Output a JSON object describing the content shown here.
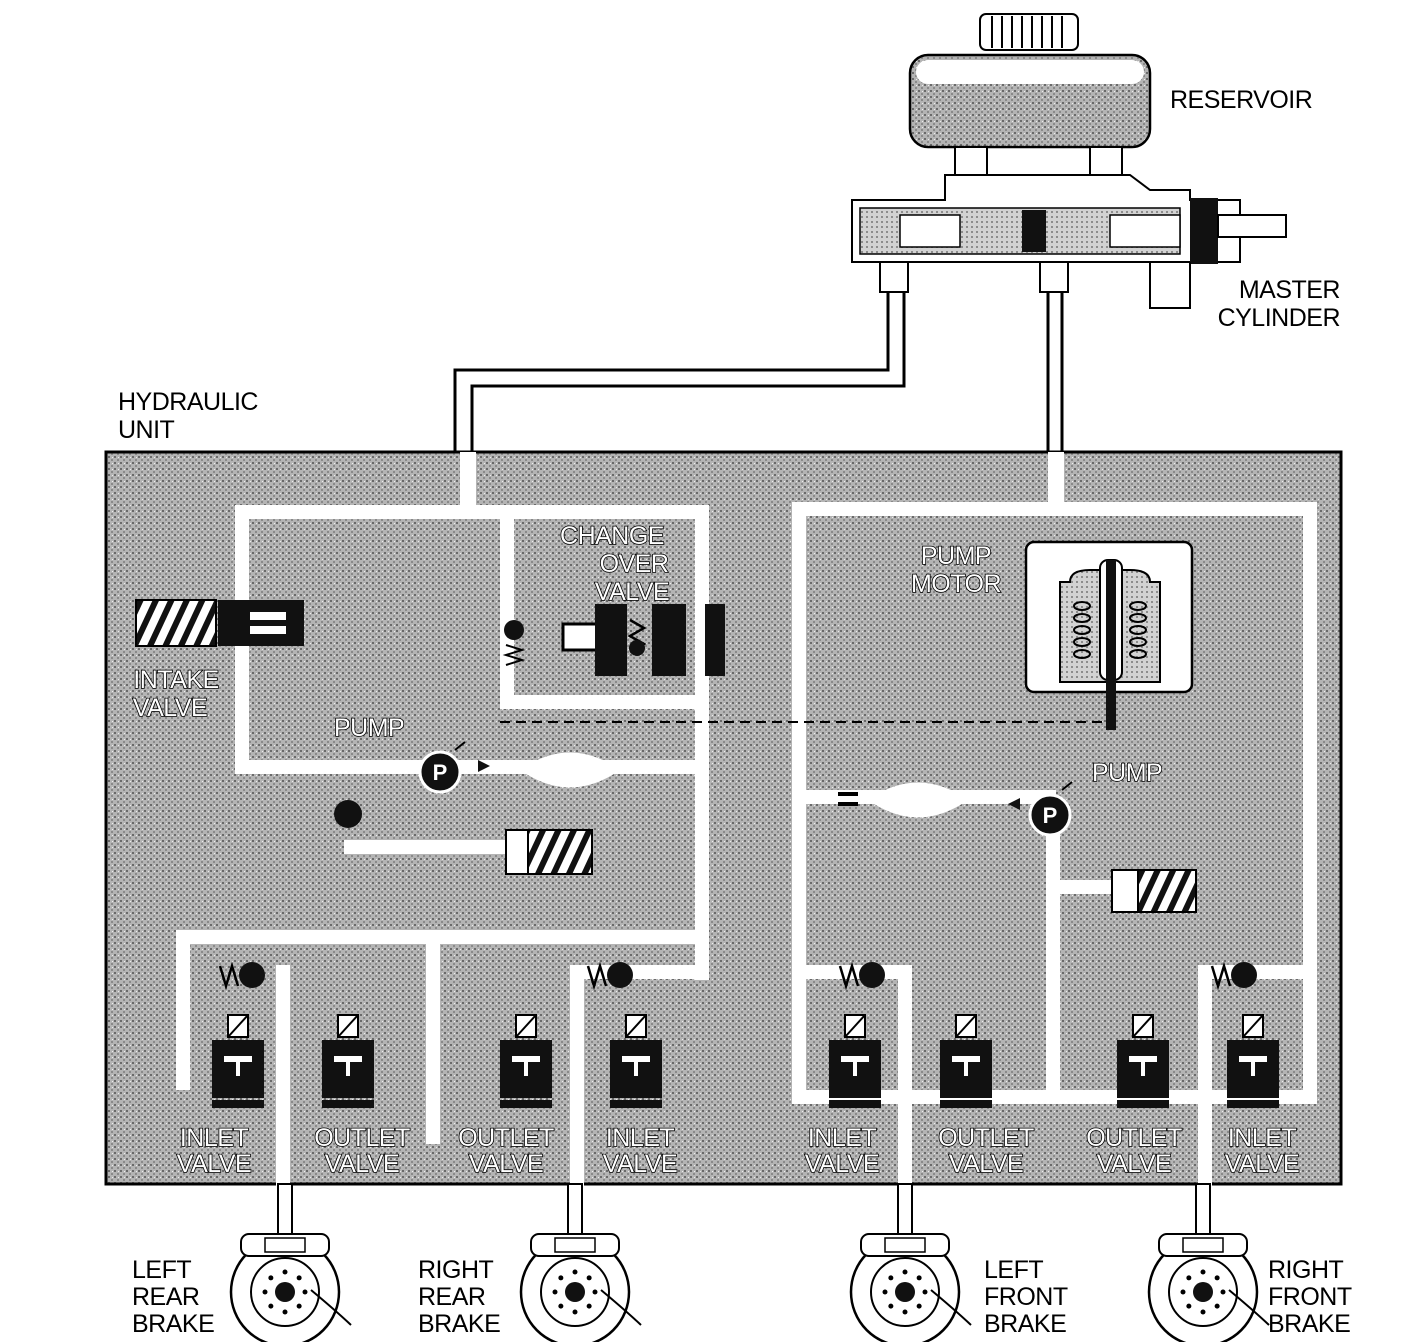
{
  "labels": {
    "reservoir": "RESERVOIR",
    "master_cylinder": [
      "MASTER",
      "CYLINDER"
    ],
    "hydraulic_unit": [
      "HYDRAULIC",
      "UNIT"
    ],
    "change_over_valve": [
      "CHANGE",
      "OVER",
      "VALVE"
    ],
    "pump_motor": [
      "PUMP",
      "MOTOR"
    ],
    "intake_valve": [
      "INTAKE",
      "VALVE"
    ],
    "pump_left": "PUMP",
    "pump_right": "PUMP",
    "pump_symbol": "P",
    "valves": [
      [
        "INLET",
        "VALVE"
      ],
      [
        "OUTLET",
        "VALVE"
      ],
      [
        "OUTLET",
        "VALVE"
      ],
      [
        "INLET",
        "VALVE"
      ],
      [
        "INLET",
        "VALVE"
      ],
      [
        "OUTLET",
        "VALVE"
      ],
      [
        "OUTLET",
        "VALVE"
      ],
      [
        "INLET",
        "VALVE"
      ]
    ],
    "brakes": [
      [
        "LEFT",
        "REAR",
        "BRAKE"
      ],
      [
        "RIGHT",
        "REAR",
        "BRAKE"
      ],
      [
        "LEFT",
        "FRONT",
        "BRAKE"
      ],
      [
        "RIGHT",
        "FRONT",
        "BRAKE"
      ]
    ]
  },
  "colors": {
    "unit_fill": "#a9a9a9",
    "line": "#000000",
    "channel": "#ffffff"
  }
}
